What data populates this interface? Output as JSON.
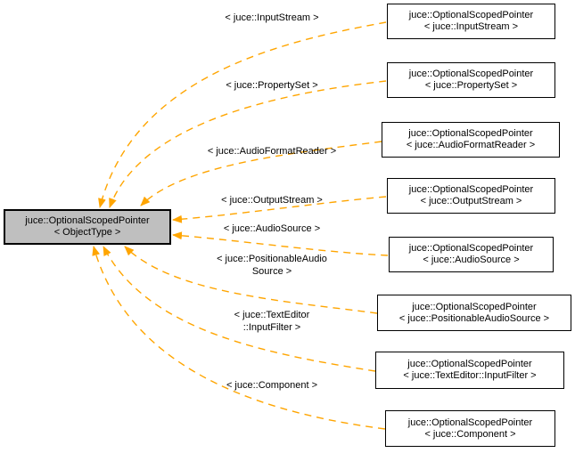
{
  "diagram": {
    "kind": "template-instantiation-graph",
    "colors": {
      "edge": "#ffa500",
      "template_node_fill": "#bfbfbf",
      "node_border": "#000000",
      "background": "#ffffff"
    },
    "template_node": {
      "line1": "juce::OptionalScopedPointer",
      "line2": "< ObjectType >"
    },
    "instances": [
      {
        "box_line1": "juce::OptionalScopedPointer",
        "box_line2": "< juce::InputStream >",
        "edge_label_lines": [
          "< juce::InputStream >"
        ]
      },
      {
        "box_line1": "juce::OptionalScopedPointer",
        "box_line2": "< juce::PropertySet >",
        "edge_label_lines": [
          "< juce::PropertySet >"
        ]
      },
      {
        "box_line1": "juce::OptionalScopedPointer",
        "box_line2": "< juce::AudioFormatReader >",
        "edge_label_lines": [
          "< juce::AudioFormatReader >"
        ]
      },
      {
        "box_line1": "juce::OptionalScopedPointer",
        "box_line2": "< juce::OutputStream >",
        "edge_label_lines": [
          "< juce::OutputStream >"
        ]
      },
      {
        "box_line1": "juce::OptionalScopedPointer",
        "box_line2": "< juce::AudioSource >",
        "edge_label_lines": [
          "< juce::AudioSource >"
        ]
      },
      {
        "box_line1": "juce::OptionalScopedPointer",
        "box_line2": "< juce::PositionableAudioSource >",
        "edge_label_lines": [
          "< juce::PositionableAudio",
          "Source >"
        ]
      },
      {
        "box_line1": "juce::OptionalScopedPointer",
        "box_line2": "< juce::TextEditor::InputFilter >",
        "edge_label_lines": [
          "< juce::TextEditor",
          "::InputFilter >"
        ]
      },
      {
        "box_line1": "juce::OptionalScopedPointer",
        "box_line2": "< juce::Component >",
        "edge_label_lines": [
          "< juce::Component >"
        ]
      }
    ]
  }
}
